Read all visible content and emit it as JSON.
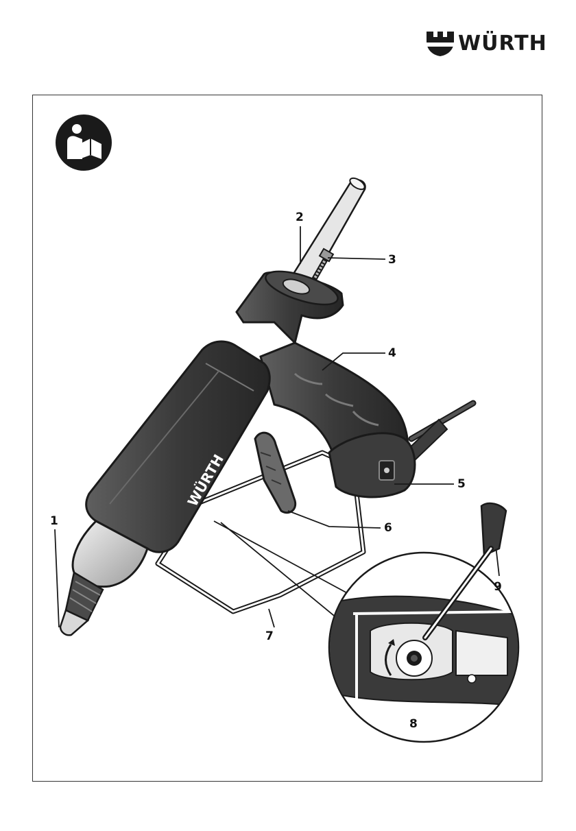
{
  "brand": {
    "logo_text": "WÜRTH",
    "tool_label": "WÜRTH"
  },
  "callouts": [
    "1",
    "2",
    "3",
    "4",
    "5",
    "6",
    "7",
    "8",
    "9"
  ],
  "colors": {
    "body_dark": "#3a3a3a",
    "body_mid": "#5a5a5a",
    "metal_light": "#d9d9d9",
    "stick_light": "#e6e6e6",
    "outline": "#1a1a1a"
  },
  "icons": [
    "read-manual-icon"
  ]
}
